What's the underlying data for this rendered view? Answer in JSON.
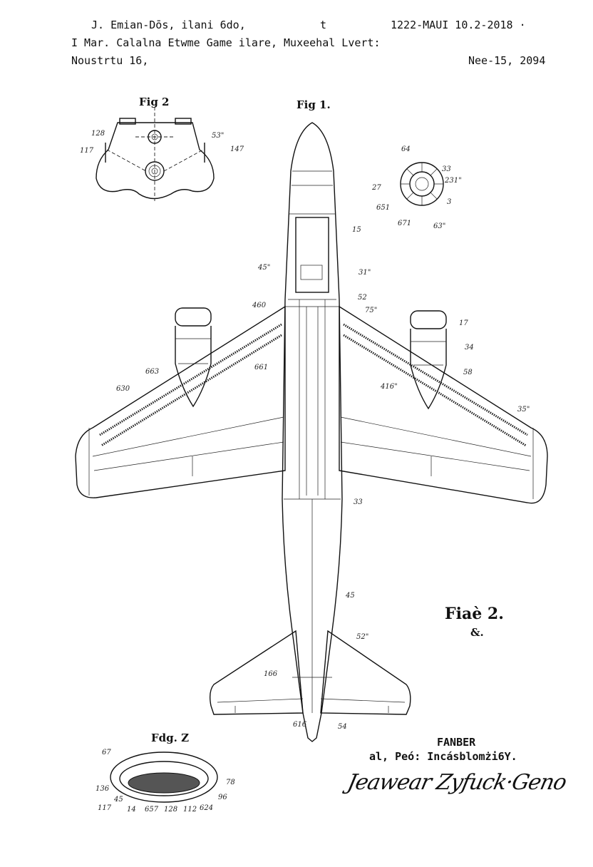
{
  "header": {
    "line1_left": "J. Emian-Dōs, ilani 6do,",
    "line1_mark": "t",
    "line1_right": "1222-MAUI 10.2-2018 ·",
    "line2": "I Mar. Calalna Etwme Game ilare, Muxeehal Lvert:",
    "line3_left": "Noustrtu 16,",
    "line3_right": "Nee-15, 2094"
  },
  "figures": {
    "fig_top_left": "Fig 2",
    "fig_main": "Fig 1.",
    "fig_right": "Fiaè 2.",
    "fig_right_sub": "&.",
    "fig_bottom": "Fdg. Z"
  },
  "labels": [
    "128",
    "117",
    "53\"",
    "147",
    "64",
    "33",
    "27",
    "231\"",
    "651",
    "3",
    "671",
    "63\"",
    "15",
    "45\"",
    "31\"",
    "52",
    "75\"",
    "460",
    "661",
    "663",
    "630",
    "17",
    "34",
    "58",
    "416\"",
    "35\"",
    "33",
    "45",
    "52\"",
    "166",
    "616",
    "54",
    "67",
    "78",
    "136",
    "45",
    "117",
    "14",
    "657",
    "128",
    "112",
    "624",
    "96"
  ],
  "footer": {
    "inventor": "FANBER",
    "attorney_line": "al, Peó: Incásblomżi6Y.",
    "signature": "Jeawear Zyfuck·Geno"
  }
}
